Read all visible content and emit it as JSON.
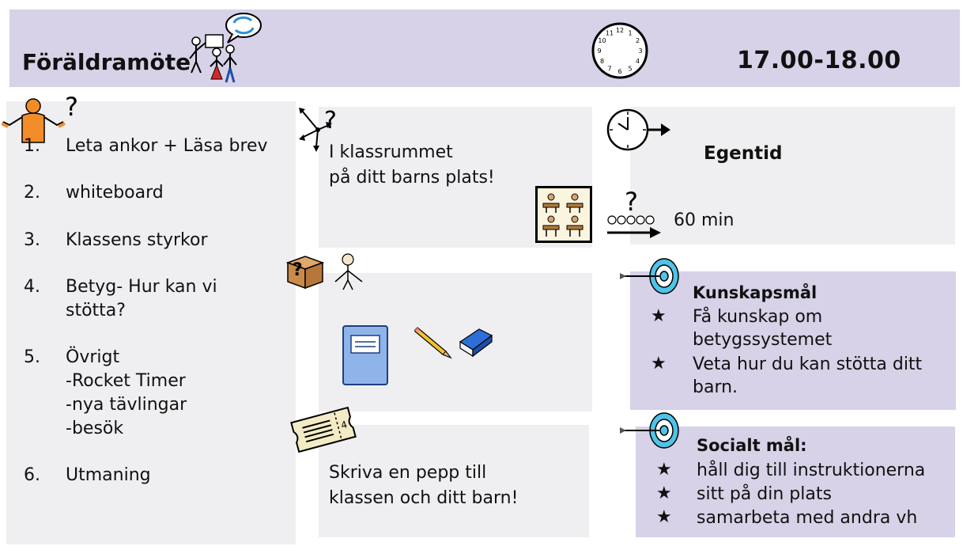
{
  "header": {
    "title": "Föräldramöte",
    "time": "17.00-18.00"
  },
  "agenda": [
    {
      "num": "1.",
      "text": "Leta ankor + Läsa brev"
    },
    {
      "num": "2.",
      "text": "whiteboard"
    },
    {
      "num": "3.",
      "text": "Klassens styrkor"
    },
    {
      "num": "4.",
      "text": "Betyg- Hur kan vi\nstötta?"
    },
    {
      "num": "5.",
      "text": "Övrigt\n-Rocket Timer\n-nya tävlingar\n-besök"
    },
    {
      "num": "6.",
      "text": "Utmaning"
    }
  ],
  "classroom": {
    "line1": "I klassrummet",
    "line2": "på ditt barns plats!"
  },
  "egentid": {
    "label": "Egentid",
    "duration": "60 min"
  },
  "write": {
    "line1": "Skriva en pepp till",
    "line2": "klassen och ditt barn!"
  },
  "knowledge_goal": {
    "title": "Kunskapsmål",
    "star": "★",
    "items": [
      {
        "l1": "Få kunskap om",
        "l2": "betygssystemet"
      },
      {
        "l1": "Veta hur du kan stötta ditt",
        "l2": "barn."
      }
    ]
  },
  "social_goal": {
    "title": "Socialt mål:",
    "star": "★",
    "items": [
      "håll dig till instruktionerna",
      "sitt på din plats",
      "samarbeta med andra vh"
    ]
  },
  "clock_numbers": [
    "12",
    "1",
    "2",
    "3",
    "4",
    "5",
    "6",
    "7",
    "8",
    "9",
    "10",
    "11"
  ],
  "colors": {
    "header": "#d7d2e7",
    "panel": "#efeff1",
    "goal_panel": "#d7d2e7",
    "target_blue": "#4fc3e8"
  },
  "icons": [
    "meeting-people-icon",
    "speech-bubble-icon",
    "wall-clock-icon",
    "shrugging-person-icon",
    "question-mark-icon",
    "direction-arrows-icon",
    "classroom-desks-icon",
    "clock-arrow-icon",
    "timer-icon",
    "question-box-icon",
    "person-icon",
    "notebook-icon",
    "pencil-icon",
    "eraser-icon",
    "ticket-icon",
    "dart-target-icon"
  ]
}
